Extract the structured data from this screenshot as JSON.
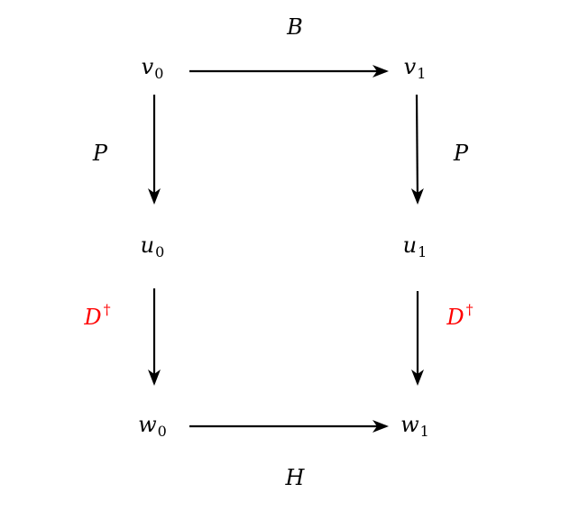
{
  "diagram": {
    "nodes": {
      "v0": {
        "base": "v",
        "sub": "0"
      },
      "v1": {
        "base": "v",
        "sub": "1"
      },
      "u0": {
        "base": "u",
        "sub": "0"
      },
      "u1": {
        "base": "u",
        "sub": "1"
      },
      "w0": {
        "base": "w",
        "sub": "0"
      },
      "w1": {
        "base": "w",
        "sub": "1"
      }
    },
    "edges": {
      "top": {
        "label": "B",
        "from": "v0",
        "to": "v1"
      },
      "left_upper": {
        "label": "P",
        "from": "v0",
        "to": "u0"
      },
      "right_upper": {
        "label": "P",
        "from": "v1",
        "to": "u1"
      },
      "left_lower": {
        "label": "D",
        "sup": "†",
        "from": "u0",
        "to": "w0",
        "color": "#ff0000"
      },
      "right_lower": {
        "label": "D",
        "sup": "†",
        "from": "u1",
        "to": "w1",
        "color": "#ff0000"
      },
      "bottom": {
        "label": "H",
        "from": "w0",
        "to": "w1"
      }
    },
    "colors": {
      "default": "#000000",
      "highlight": "#ff0000"
    }
  }
}
